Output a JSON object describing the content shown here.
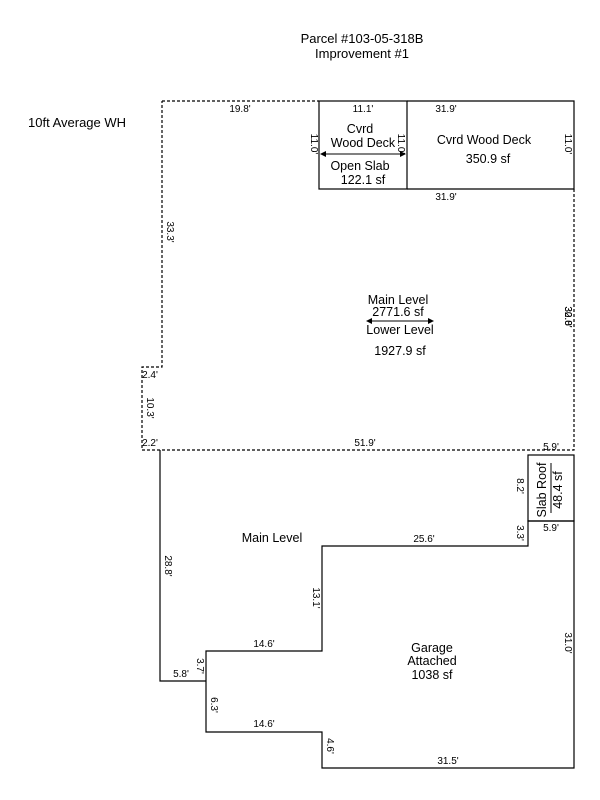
{
  "header": {
    "parcel": "Parcel #103-05-318B",
    "improvement": "Improvement #1"
  },
  "wall_height_note": "10ft Average WH",
  "areas": {
    "covered_deck_small": {
      "line1": "Cvrd",
      "line2": "Wood Deck",
      "line3": "Open Slab",
      "line4": "122.1 sf"
    },
    "covered_deck_large": {
      "line1": "Cvrd Wood Deck",
      "line2": "350.9 sf"
    },
    "main_lower": {
      "line1": "Main Level",
      "line2": "2771.6 sf",
      "line3": "Lower Level",
      "line4": "1927.9 sf"
    },
    "main_level": {
      "line1": "Main Level"
    },
    "garage": {
      "line1": "Garage",
      "line2": "Attached",
      "line3": "1038 sf"
    },
    "slab_roof": {
      "line1": "Slab Roof",
      "line2": "48.4 sf"
    }
  },
  "dimensions": {
    "top_left": "19.8'",
    "deck_small_top": "11.1'",
    "deck_large_top": "31.9'",
    "deck_left_side": "11.0'",
    "deck_mid_side": "11.0'",
    "deck_right_side": "11.0'",
    "deck_large_bottom": "31.9'",
    "main_left_side": "33.3'",
    "main_right_side_a": "30.0'",
    "main_right_side_b": "32.8'",
    "jog_top": "2.4'",
    "jog_side": "10.3'",
    "jog_bottom": "2.2'",
    "main_bottom": "51.9'",
    "slab_top": "5.9'",
    "slab_side": "8.2'",
    "slab_bottom": "5.9'",
    "step_small": "3.3'",
    "step_top": "25.6'",
    "left_lower_side": "28.8'",
    "step_side_1": "13.1'",
    "step_horizontal_1": "14.6'",
    "step_side_2": "3.7'",
    "step_bottom_left": "5.8'",
    "step_side_3": "6.3'",
    "step_horizontal_2": "14.6'",
    "step_side_4": "4.6'",
    "garage_bottom": "31.5'",
    "garage_right": "31.0'"
  }
}
